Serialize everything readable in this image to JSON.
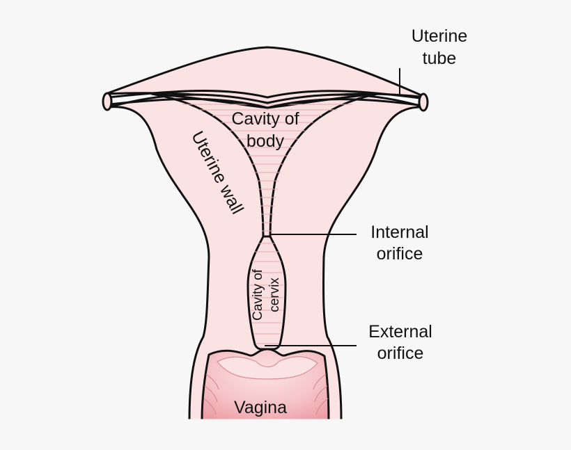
{
  "labels": {
    "uterine_tube": [
      "Uterine",
      "tube"
    ],
    "cavity_of_body": [
      "Cavity of",
      "body"
    ],
    "uterine_wall": "Uterine wall",
    "internal_orifice": [
      "Internal",
      "orifice"
    ],
    "cavity_of_cervix": [
      "Cavity of",
      "cervix"
    ],
    "external_orifice": [
      "External",
      "orifice"
    ],
    "vagina": "Vagina"
  },
  "colors": {
    "background": "#f7f7f7",
    "tissue": "#fbe3e3",
    "tissue_dark": "#f6d0d0",
    "vagina_inner": "#f3b3b8",
    "hatch": "#e9a9b0",
    "outline": "#111111",
    "text": "#111111"
  }
}
